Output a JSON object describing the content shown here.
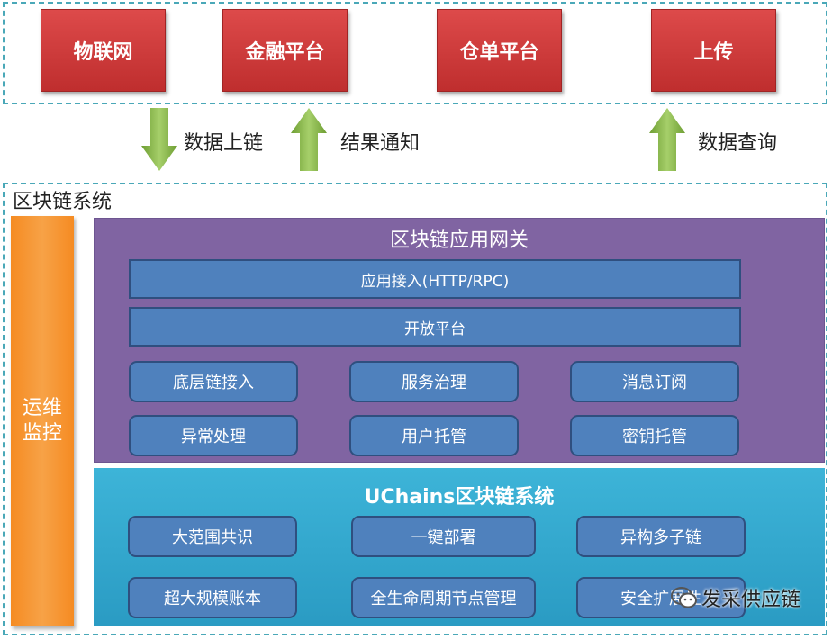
{
  "top_row": {
    "items": [
      "物联网",
      "金融平台",
      "仓单平台",
      "上传"
    ]
  },
  "arrows": {
    "data_onchain": "数据上链",
    "result_notify": "结果通知",
    "data_query": "数据查询"
  },
  "system": {
    "title": "区块链系统",
    "ops_label": "运维\n监控"
  },
  "gateway": {
    "title": "区块链应用网关",
    "access_bar": "应用接入(HTTP/RPC)",
    "open_platform_bar": "开放平台",
    "modules": [
      "底层链接入",
      "服务治理",
      "消息订阅",
      "异常处理",
      "用户托管",
      "密钥托管"
    ]
  },
  "uchains": {
    "title": "UChains区块链系统",
    "modules": [
      "大范围共识",
      "一键部署",
      "异构多子链",
      "超大规模账本",
      "全生命周期节点管理",
      "安全扩展性"
    ]
  },
  "watermark": {
    "text": "发采供应链"
  },
  "colors": {
    "top_box": "#c93434",
    "arrow_green": "#7fb241",
    "ops": "#f58b22",
    "gateway": "#8064a2",
    "module": "#4f81bd",
    "uchains": "#31a7cf",
    "frame": "#4aa8b8"
  }
}
